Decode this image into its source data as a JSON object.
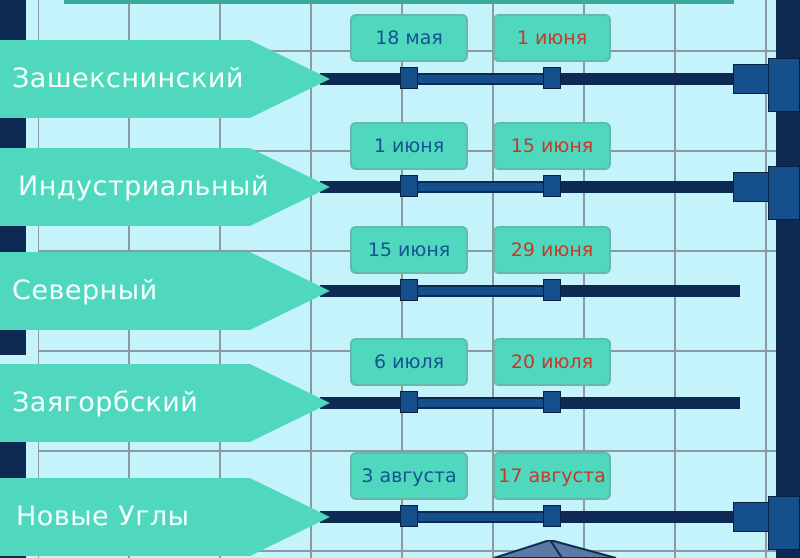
{
  "schedule": {
    "districts": [
      {
        "name": "Зашекснинский",
        "start": "18 мая",
        "end": "1 июня"
      },
      {
        "name": "Индустриальный",
        "start": "1 июня",
        "end": "15 июня"
      },
      {
        "name": "Северный",
        "start": "15 июня",
        "end": "29 июня"
      },
      {
        "name": "Заягорбский",
        "start": "6 июля",
        "end": "20 июля"
      },
      {
        "name": "Новые Углы",
        "start": "3 августа",
        "end": "17 августа"
      }
    ]
  },
  "colors": {
    "background": "#c4f3fb",
    "tag": "#4fd8be",
    "start_text": "#14538f",
    "end_text": "#c23a2a",
    "track": "#0e2a52",
    "knob": "#16508c"
  }
}
